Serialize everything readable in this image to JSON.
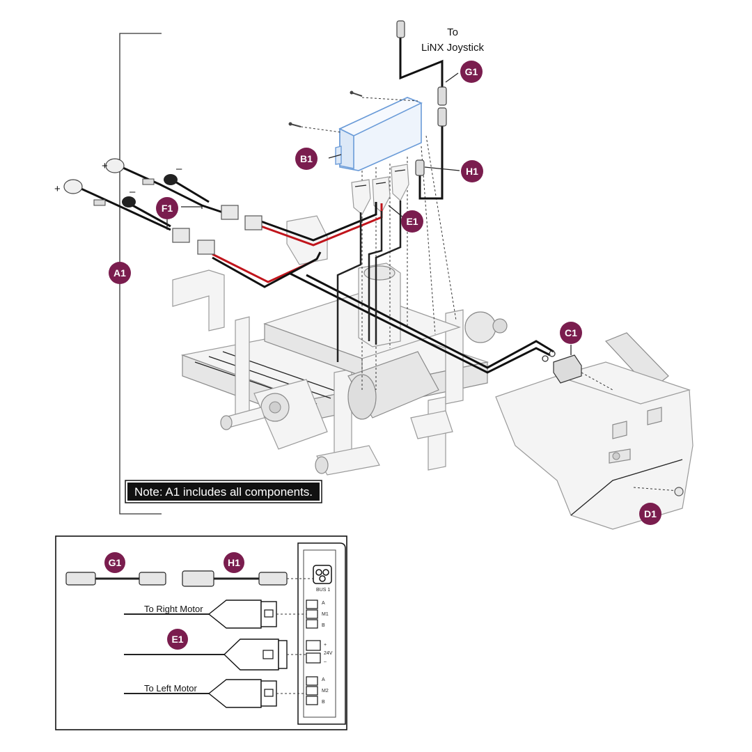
{
  "diagram": {
    "colors": {
      "callout_fill": "#7a1d4e",
      "controller_blue": "#6a9bd8",
      "cable_black": "#111111",
      "cable_red": "#c0141b"
    },
    "callouts": {
      "A1": "A1",
      "B1": "B1",
      "C1": "C1",
      "D1": "D1",
      "E1": "E1",
      "F1": "F1",
      "G1": "G1",
      "H1": "H1"
    },
    "joystick_label_line1": "To",
    "joystick_label_line2": "LiNX Joystick",
    "note": "Note: A1 includes all components.",
    "polarity_plus": "+",
    "polarity_minus": "–",
    "inset": {
      "callouts": {
        "G1": "G1",
        "H1": "H1",
        "E1": "E1"
      },
      "to_right_motor": "To Right Motor",
      "to_left_motor": "To Left Motor",
      "port_labels": {
        "bus": "BUS 1",
        "m1": "M1",
        "m2": "M2",
        "batt": "24V",
        "a": "A",
        "b": "B",
        "plus": "+",
        "minus": "–"
      }
    }
  }
}
